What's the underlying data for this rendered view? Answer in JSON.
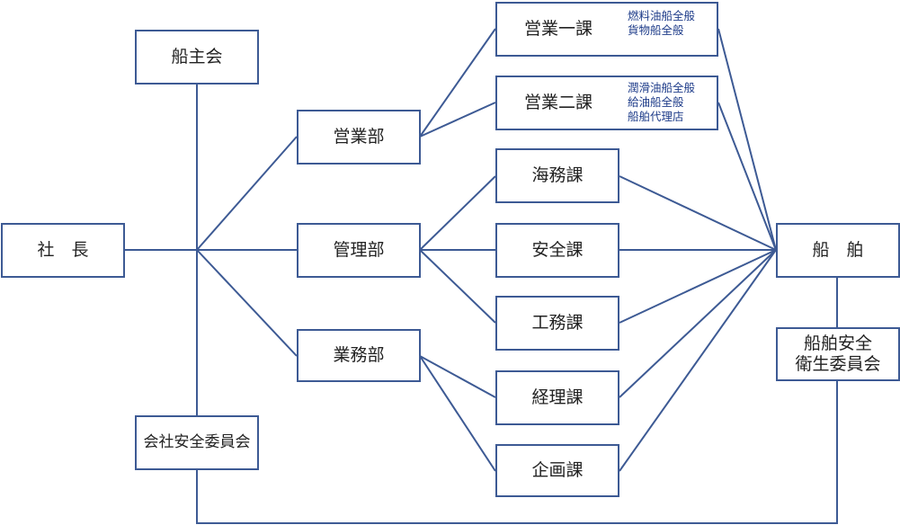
{
  "nodes": {
    "president": "社　長",
    "shipowners_assoc": "船主会",
    "company_safety_committee": "会社安全委員会",
    "sales_dept": "営業部",
    "management_dept": "管理部",
    "operations_dept": "業務部",
    "sales_section_1": "営業一課",
    "sales_section_2": "営業二課",
    "marine_section": "海務課",
    "safety_section": "安全課",
    "engineering_section": "工務課",
    "accounting_section": "経理課",
    "planning_section": "企画課",
    "vessels": "船　舶",
    "vessel_committee_line1": "船舶安全",
    "vessel_committee_line2": "衛生委員会"
  },
  "notes": {
    "sales_section_1": [
      "燃料油船全般",
      "貨物船全般"
    ],
    "sales_section_2": [
      "潤滑油船全般",
      "給油船全般",
      "船舶代理店"
    ]
  },
  "colors": {
    "line": "#3d5a94",
    "note_text": "#1f3d8a"
  }
}
